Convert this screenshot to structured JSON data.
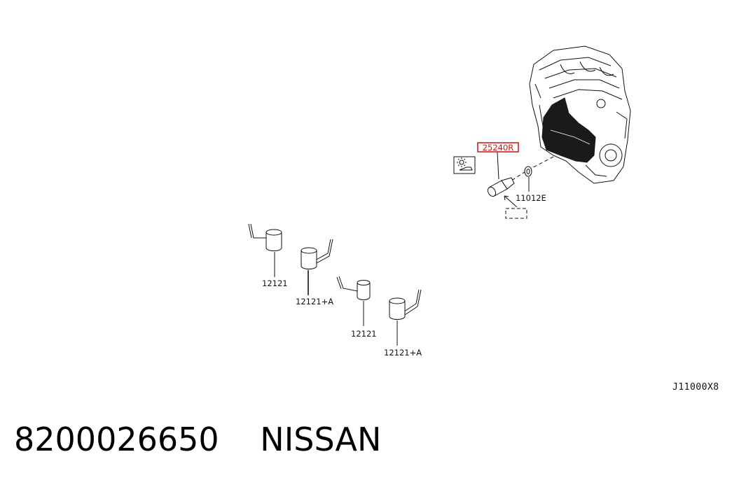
{
  "diagram": {
    "highlighted_part": "25240R",
    "callouts": {
      "washer": "11012E",
      "clip_1": "12121",
      "clip_2": "12121+A",
      "clip_3": "12121",
      "clip_4": "12121+A"
    },
    "reference_code": "J11000X8",
    "colors": {
      "highlight": "#d01010",
      "line": "#111111"
    },
    "icons": [
      "engine-block-icon",
      "sensor-icon",
      "washer-icon",
      "clip-icon",
      "sun-symbol-icon"
    ]
  },
  "footer": {
    "part_number": "8200026650",
    "brand": "NISSAN"
  }
}
